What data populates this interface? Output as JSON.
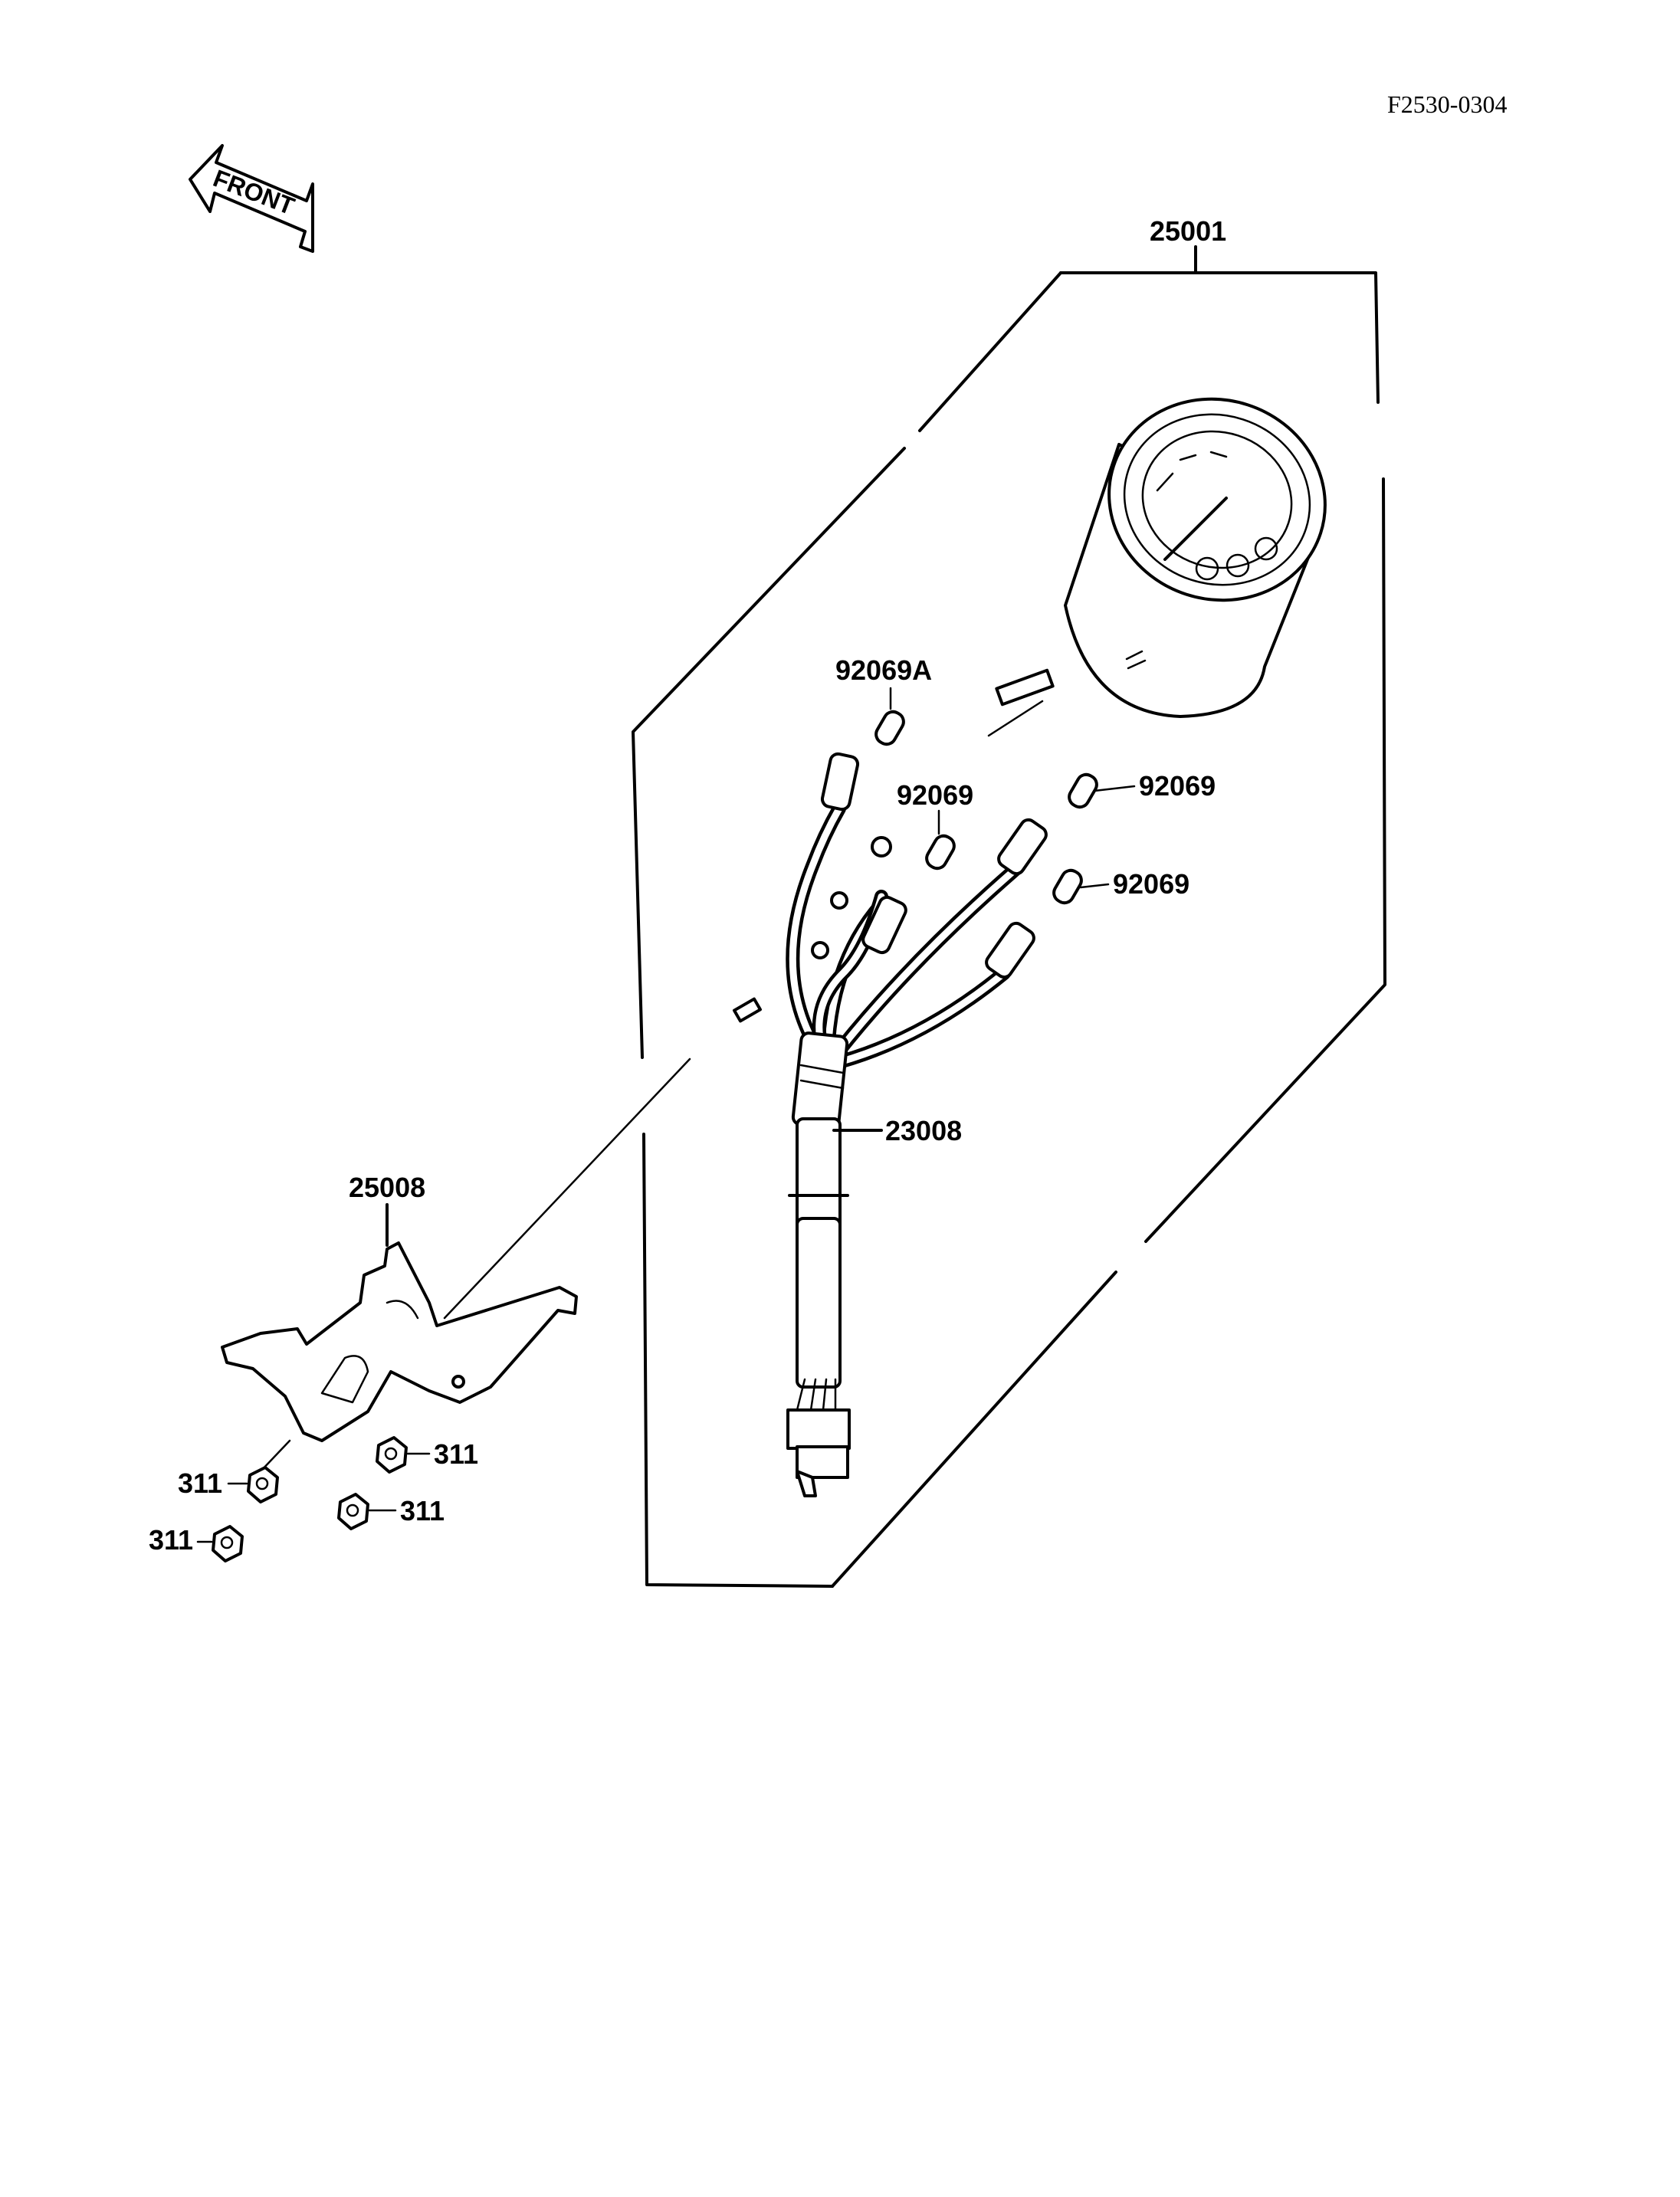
{
  "diagram_code": "F2530-0304",
  "front_label": "FRONT",
  "icons": [
    "front-arrow-icon",
    "tachometer-icon",
    "wiring-harness-icon",
    "bulb-icon",
    "bracket-icon",
    "nut-icon"
  ],
  "parts": {
    "tachometer_assy": "25001",
    "bulb_a": "92069A",
    "bulb_1": "92069",
    "bulb_2": "92069",
    "bulb_3": "92069",
    "harness": "23008",
    "bracket": "25008",
    "nut_1": "311",
    "nut_2": "311",
    "nut_3": "311",
    "nut_4": "311"
  }
}
